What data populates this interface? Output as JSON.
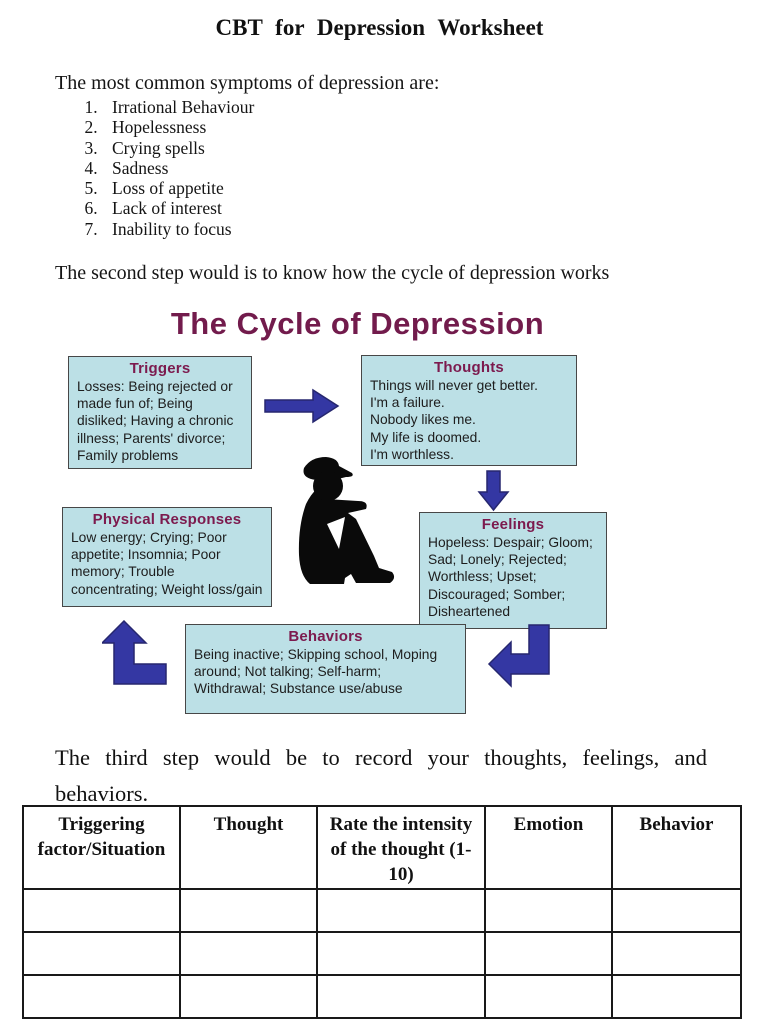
{
  "page": {
    "title": "CBT for Depression Worksheet"
  },
  "intro": {
    "lead": "The most common symptoms of depression are:",
    "symptoms": [
      "Irrational Behaviour",
      "Hopelessness",
      "Crying spells",
      "Sadness",
      "Loss of appetite",
      "Lack of interest",
      "Inability to focus"
    ],
    "step2": "The second step would is to know how the cycle of depression works"
  },
  "diagram": {
    "title": "The Cycle of Depression",
    "figure": "sitting-person-silhouette",
    "colors": {
      "title_maroon": "#721b4c",
      "box_heading_maroon": "#7c1a4e",
      "box_background": "#bce0e6",
      "box_border": "#474747",
      "arrow_blue": "#3437a3",
      "silhouette_black": "#0a0a0a"
    },
    "boxes": {
      "triggers": {
        "heading": "Triggers",
        "body": "Losses: Being rejected or made fun of; Being disliked; Having a chronic illness; Parents' divorce; Family problems"
      },
      "thoughts": {
        "heading": "Thoughts",
        "lines": [
          "Things will never get better.",
          "I'm a failure.",
          "Nobody likes me.",
          "My life is doomed.",
          "I'm worthless."
        ]
      },
      "feelings": {
        "heading": "Feelings",
        "body": "Hopeless: Despair; Gloom; Sad; Lonely; Rejected; Worthless; Upset; Discouraged; Somber; Disheartened"
      },
      "physical": {
        "heading": "Physical Responses",
        "body": "Low energy; Crying; Poor appetite; Insomnia; Poor memory; Trouble concentrating; Weight loss/gain"
      },
      "behaviors": {
        "heading": "Behaviors",
        "body": "Being inactive; Skipping school, Moping around; Not talking; Self-harm; Withdrawal; Substance use/abuse"
      }
    },
    "arrows": [
      "triggers-to-thoughts",
      "thoughts-to-feelings",
      "feelings-to-behaviors",
      "behaviors-to-physical-responses"
    ]
  },
  "step3": {
    "text": "The third step would be to record your thoughts, feelings, and behaviors."
  },
  "record_table": {
    "headers": [
      "Triggering factor/Situation",
      "Thought",
      "Rate the intensity of the thought (1-10)",
      "Emotion",
      "Behavior"
    ],
    "empty_row_count": 3
  }
}
